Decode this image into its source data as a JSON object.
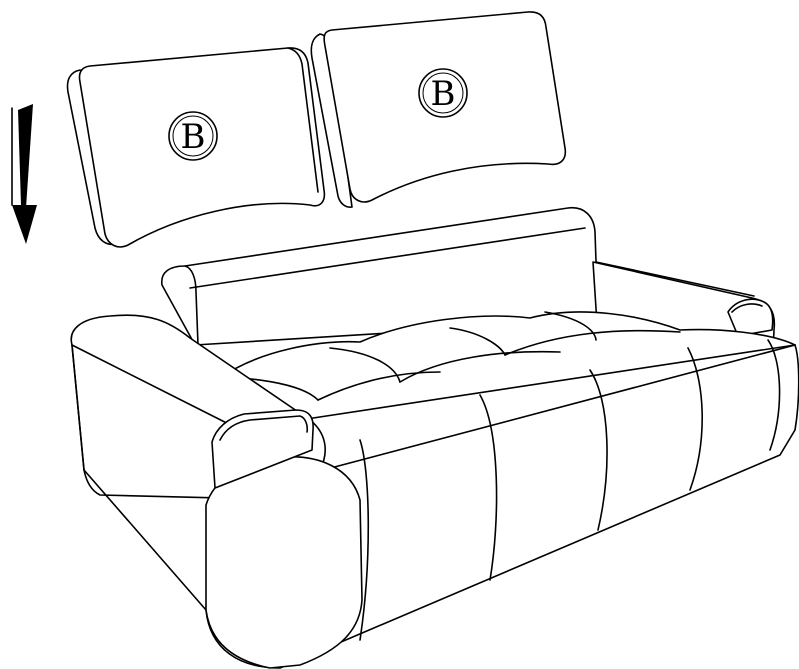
{
  "diagram": {
    "callouts": [
      {
        "label": "B"
      },
      {
        "label": "B"
      }
    ],
    "arrow_direction": "down",
    "colors": {
      "stroke": "#000000",
      "background": "#ffffff"
    }
  }
}
